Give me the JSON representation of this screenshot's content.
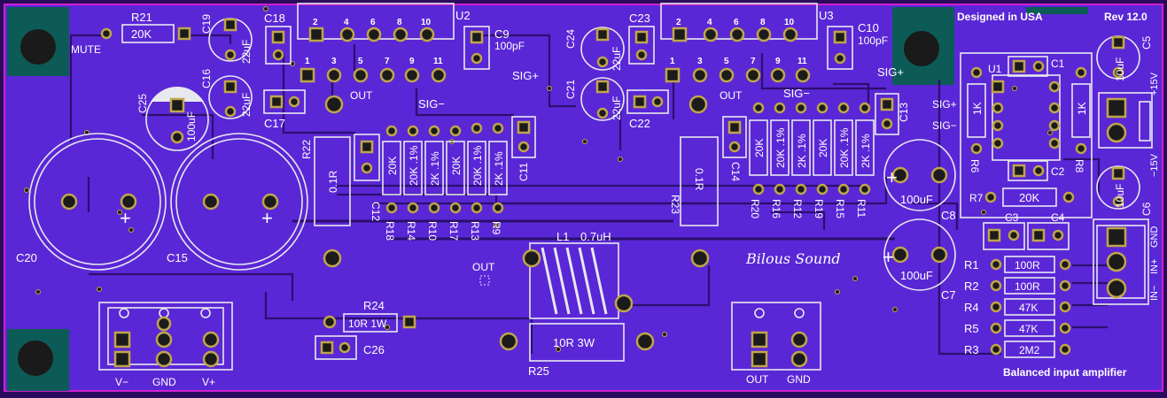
{
  "board": {
    "header_left": "Designed in USA",
    "revision": "Rev 12.0",
    "logo": "Bilous Sound",
    "footer": "Balanced input amplifier",
    "colors": {
      "board": "#5a27d6",
      "silkscreen": "#ffffff",
      "pad": "#bfa64a",
      "outline": "#d020d0"
    }
  },
  "labels": {
    "mute": "MUTE",
    "out": "OUT",
    "sig_minus": "SIG−",
    "sig_plus": "SIG+",
    "v_minus": "V−",
    "gnd": "GND",
    "v_plus": "V+",
    "p15v": "+15V",
    "m15v": "−15V",
    "in_plus": "IN+",
    "in_minus": "IN−",
    "pin2": "2",
    "pin4": "4",
    "pin6": "6",
    "pin8": "8",
    "pin10": "10",
    "pin1": "1",
    "pin3": "3",
    "pin5": "5",
    "pin7": "7",
    "pin9": "9",
    "pin11": "11",
    "plus": "+"
  },
  "components": {
    "R21": {
      "ref": "R21",
      "value": "20K"
    },
    "U2": {
      "ref": "U2"
    },
    "U3": {
      "ref": "U3"
    },
    "U1": {
      "ref": "U1"
    },
    "C19": {
      "ref": "C19",
      "value": "22uF"
    },
    "C16": {
      "ref": "C16",
      "value": "22uF"
    },
    "C18": {
      "ref": "C18"
    },
    "C17": {
      "ref": "C17"
    },
    "C25": {
      "ref": "C25",
      "value": "100uF"
    },
    "C9": {
      "ref": "C9",
      "value": "100pF"
    },
    "C10": {
      "ref": "C10",
      "value": "100pF"
    },
    "C24": {
      "ref": "C24",
      "value": "22uF"
    },
    "C21": {
      "ref": "C21",
      "value": "22uF"
    },
    "C23": {
      "ref": "C23"
    },
    "C22": {
      "ref": "C22"
    },
    "C20": {
      "ref": "C20"
    },
    "C15": {
      "ref": "C15"
    },
    "C12": {
      "ref": "C12"
    },
    "C11": {
      "ref": "C11"
    },
    "C13": {
      "ref": "C13"
    },
    "C14": {
      "ref": "C14"
    },
    "C8": {
      "ref": "C8",
      "value": "100uF"
    },
    "C7": {
      "ref": "C7",
      "value": "100uF"
    },
    "C5": {
      "ref": "C5",
      "value": "10uF"
    },
    "C6": {
      "ref": "C6",
      "value": "10uF"
    },
    "C1": {
      "ref": "C1"
    },
    "C2": {
      "ref": "C2"
    },
    "C3": {
      "ref": "C3"
    },
    "C4": {
      "ref": "C4"
    },
    "C26": {
      "ref": "C26"
    },
    "R22": {
      "ref": "R22",
      "value": "0.1R"
    },
    "R23": {
      "ref": "R23",
      "value": "0.1R"
    },
    "R18": {
      "ref": "R18",
      "value": "20K"
    },
    "R14": {
      "ref": "R14",
      "value": "20K .1%"
    },
    "R10": {
      "ref": "R10",
      "value": "2K .1%"
    },
    "R17": {
      "ref": "R17",
      "value": "20K"
    },
    "R13": {
      "ref": "R13",
      "value": "20K .1%"
    },
    "R9": {
      "ref": "R9",
      "value": "2K .1%"
    },
    "R20": {
      "ref": "R20",
      "value": "20K"
    },
    "R16": {
      "ref": "R16",
      "value": "20K .1%"
    },
    "R12": {
      "ref": "R12",
      "value": "2K .1%"
    },
    "R19": {
      "ref": "R19",
      "value": "20K"
    },
    "R15": {
      "ref": "R15",
      "value": "20K .1%"
    },
    "R11": {
      "ref": "R11",
      "value": "2K .1%"
    },
    "R24": {
      "ref": "R24",
      "value": "10R 1W"
    },
    "R25": {
      "ref": "R25",
      "value": "10R 3W"
    },
    "L1": {
      "ref": "L1",
      "value": "0.7uH"
    },
    "R6": {
      "ref": "R6",
      "value": "1K"
    },
    "R8": {
      "ref": "R8",
      "value": "1K"
    },
    "R7": {
      "ref": "R7",
      "value": "20K"
    },
    "R1": {
      "ref": "R1",
      "value": "100R"
    },
    "R2": {
      "ref": "R2",
      "value": "100R"
    },
    "R4": {
      "ref": "R4",
      "value": "47K"
    },
    "R5": {
      "ref": "R5",
      "value": "47K"
    },
    "R3": {
      "ref": "R3",
      "value": "2M2"
    }
  }
}
